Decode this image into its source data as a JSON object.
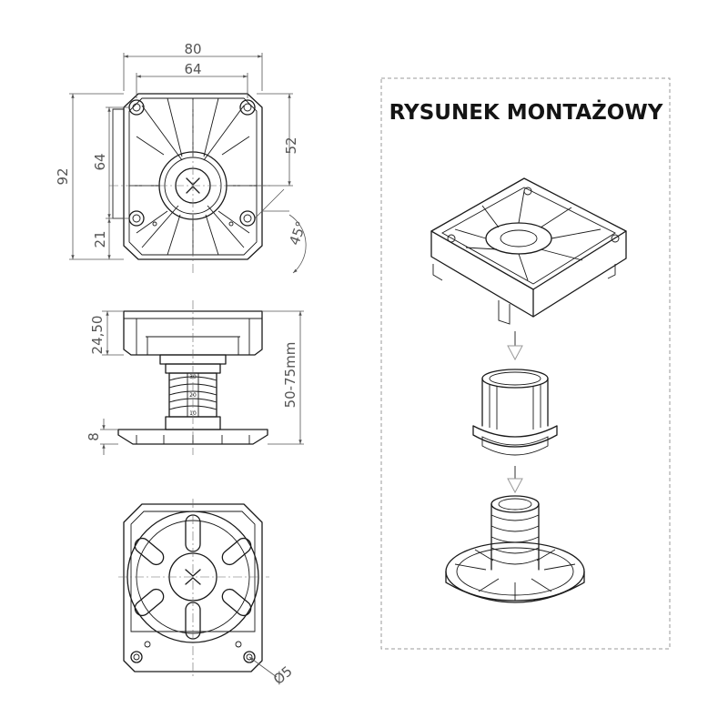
{
  "assembly": {
    "title": "RYSUNEK MONTAŻOWY"
  },
  "top_view": {
    "dim_width_outer": "80",
    "dim_width_holes": "64",
    "dim_height_total": "92",
    "dim_height_holes": "64",
    "dim_offset_bottom": "21",
    "dim_right": "52",
    "dim_angle": "45°"
  },
  "side_view": {
    "dim_base_height": "24,50",
    "dim_total_height": "50-75mm",
    "dim_foot_height": "8",
    "thread_marks": [
      "30",
      "20",
      "10"
    ]
  },
  "bottom_view": {
    "dim_hole": "Ø5"
  },
  "colors": {
    "line": "#1a1a1a",
    "dimension": "#555555",
    "frame": "#9a9a9a"
  }
}
